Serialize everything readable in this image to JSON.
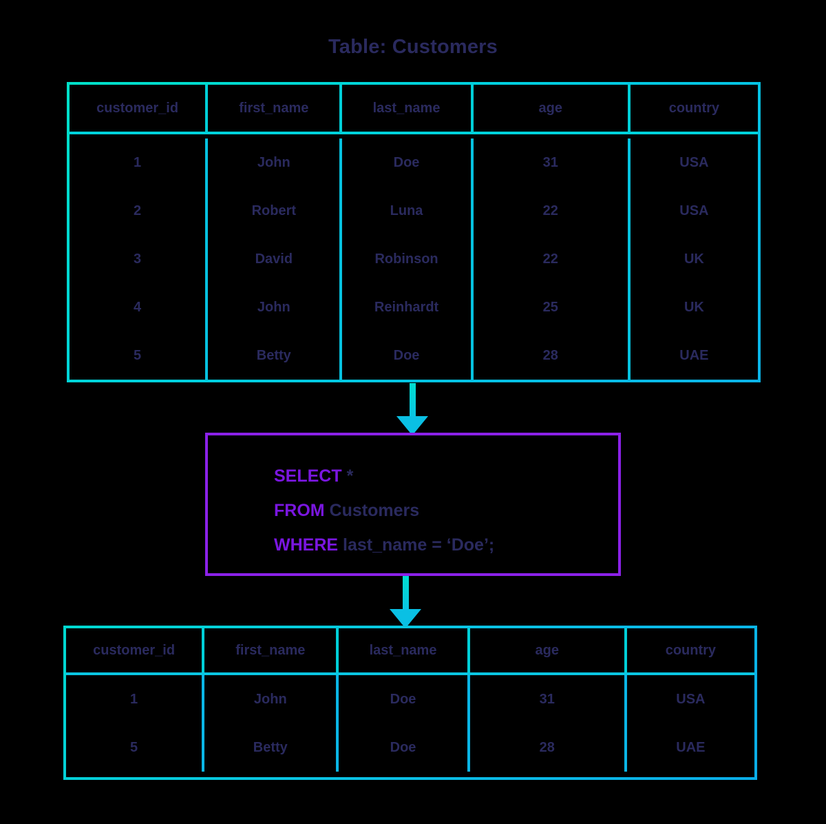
{
  "title": "Table: Customers",
  "colors": {
    "table_border": "#00d8d0",
    "table_border_alt": "#0bb4e8",
    "text": "#2a2a5e",
    "sql_box_border": "#8b21e8",
    "sql_keyword": "#7a16e0",
    "arrow": "#0ac0e4",
    "background": "#000000"
  },
  "source_table": {
    "name": "Customers",
    "columns": [
      "customer_id",
      "first_name",
      "last_name",
      "age",
      "country"
    ],
    "rows": [
      [
        "1",
        "John",
        "Doe",
        "31",
        "USA"
      ],
      [
        "2",
        "Robert",
        "Luna",
        "22",
        "USA"
      ],
      [
        "3",
        "David",
        "Robinson",
        "22",
        "UK"
      ],
      [
        "4",
        "John",
        "Reinhardt",
        "25",
        "UK"
      ],
      [
        "5",
        "Betty",
        "Doe",
        "28",
        "UAE"
      ]
    ]
  },
  "query": {
    "lines": [
      {
        "keyword": "SELECT",
        "rest": " *"
      },
      {
        "keyword": "FROM",
        "rest": " Customers"
      },
      {
        "keyword": "WHERE",
        "rest": " last_name = ‘Doe’;"
      }
    ],
    "full_text": "SELECT * FROM Customers WHERE last_name = ‘Doe’;"
  },
  "result_table": {
    "columns": [
      "customer_id",
      "first_name",
      "last_name",
      "age",
      "country"
    ],
    "rows": [
      [
        "1",
        "John",
        "Doe",
        "31",
        "USA"
      ],
      [
        "5",
        "Betty",
        "Doe",
        "28",
        "UAE"
      ]
    ]
  },
  "arrows": [
    {
      "name": "arrow-table-to-query",
      "direction": "down"
    },
    {
      "name": "arrow-query-to-result",
      "direction": "down"
    }
  ]
}
